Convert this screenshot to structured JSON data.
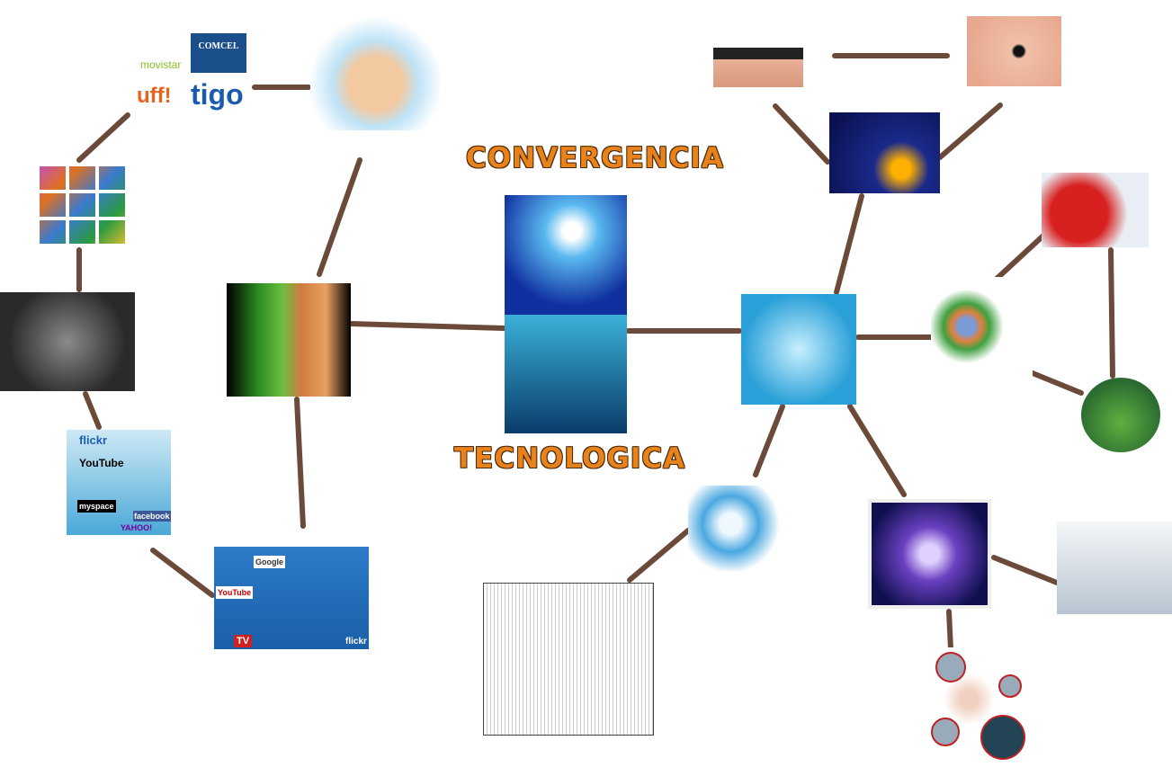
{
  "titles": {
    "top": "CONVERGENCIA",
    "bottom": "TECNOLOGICA"
  },
  "logos": {
    "movistar": "movistar",
    "comcel": "COMCEL",
    "uff": "uff!",
    "tigo": "tigo"
  },
  "social": {
    "flickr": "flickr",
    "youtube": "YouTube",
    "facebook": "facebook",
    "yahoo": "YAHOO!",
    "myspace": "myspace"
  },
  "tablet": {
    "google": "Google",
    "tv": "TV",
    "flickr": "flickr",
    "youtube": "YouTube"
  },
  "colors": {
    "title": "#e8821c",
    "branch": "#6b4a3a"
  }
}
